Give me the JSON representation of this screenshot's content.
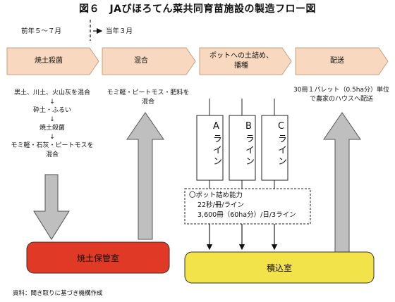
{
  "title": "図６　JAびほろてん菜共同育苗施設の製造フロー図",
  "periods": {
    "previous": "前年５〜７月",
    "current": "当年３月"
  },
  "stages": [
    {
      "id": "baked-soil",
      "label": "焼土殺菌"
    },
    {
      "id": "mixing",
      "label": "混合"
    },
    {
      "id": "potting",
      "label_line1": "ポットへの土詰め、",
      "label_line2": "播種"
    },
    {
      "id": "delivery",
      "label": "配送"
    }
  ],
  "baked_soil_steps": {
    "line1": "黒土、川土、火山灰を混合",
    "arrow1": "↓",
    "line2": "砕土・ふるい",
    "arrow2": "↓",
    "line3": "焼土殺菌",
    "arrow3": "↓",
    "line4": "モミ軽・石灰・ピートモスを",
    "line5": "混合"
  },
  "mixing_note": {
    "line1": "モミ軽・ピートモス・肥料を",
    "line2": "混合"
  },
  "delivery_note": {
    "line1": "30冊１パレット（0.5ha分）単位",
    "line2": "で農家のハウスへ配送"
  },
  "lines": [
    {
      "id": "a",
      "label": "Aライン"
    },
    {
      "id": "b",
      "label": "Bライン"
    },
    {
      "id": "c",
      "label": "Cライン"
    }
  ],
  "capacity": {
    "line1": "〇ポット詰め能力",
    "line2": "22秒/冊/ライン",
    "line3": "3,600冊（60ha分）/日/3ライン"
  },
  "rooms": {
    "storage": "焼土保管室",
    "loading": "積込室"
  },
  "source": "資料：聞き取りに基づき機構作成",
  "colors": {
    "chevron_fill": "#f8d9bf",
    "chevron_stroke": "#c8a080",
    "gray_arrow": "#bfbfbf",
    "storage_room": "#e03a26",
    "loading_room": "#f3e34a"
  }
}
